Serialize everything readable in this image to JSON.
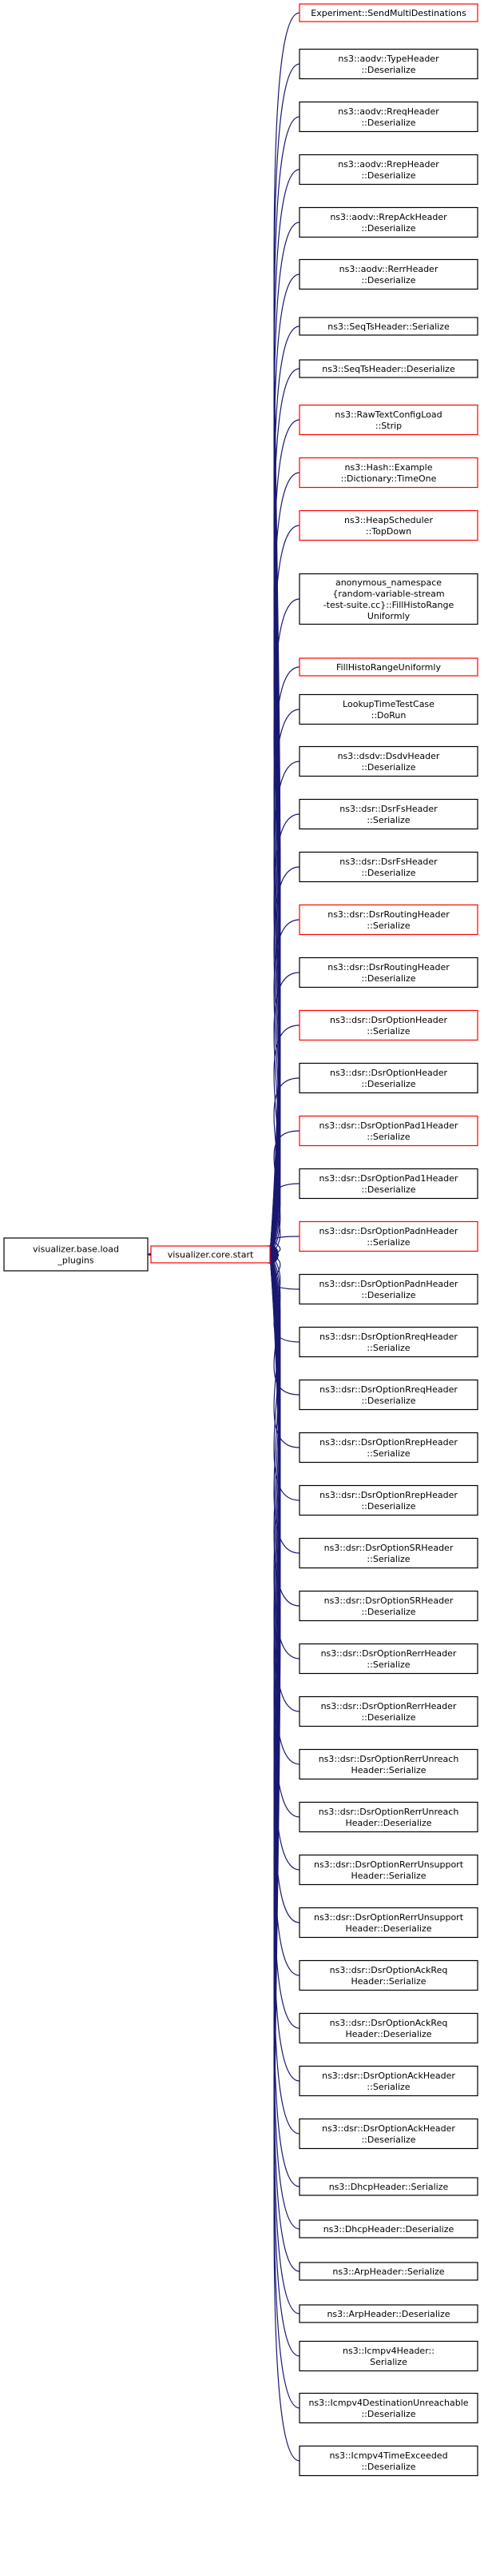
{
  "colors": {
    "edge": "#191970",
    "border_black": "#000000",
    "border_red": "#ff0000",
    "root_fill": "#bfbfbf"
  },
  "root": {
    "lines": [
      "visualizer.base.load",
      "_plugins"
    ]
  },
  "hub": {
    "lines": [
      "visualizer.core.start"
    ]
  },
  "callers": [
    {
      "lines": [
        "Experiment::SendMultiDestinations"
      ],
      "border": "red"
    },
    {
      "lines": [
        "ns3::aodv::TypeHeader",
        "::Deserialize"
      ],
      "border": "black"
    },
    {
      "lines": [
        "ns3::aodv::RreqHeader",
        "::Deserialize"
      ],
      "border": "black"
    },
    {
      "lines": [
        "ns3::aodv::RrepHeader",
        "::Deserialize"
      ],
      "border": "black"
    },
    {
      "lines": [
        "ns3::aodv::RrepAckHeader",
        "::Deserialize"
      ],
      "border": "black"
    },
    {
      "lines": [
        "ns3::aodv::RerrHeader",
        "::Deserialize"
      ],
      "border": "black"
    },
    {
      "lines": [
        "ns3::SeqTsHeader::Serialize"
      ],
      "border": "black"
    },
    {
      "lines": [
        "ns3::SeqTsHeader::Deserialize"
      ],
      "border": "black"
    },
    {
      "lines": [
        "ns3::RawTextConfigLoad",
        "::Strip"
      ],
      "border": "red"
    },
    {
      "lines": [
        "ns3::Hash::Example",
        "::Dictionary::TimeOne"
      ],
      "border": "red"
    },
    {
      "lines": [
        "ns3::HeapScheduler",
        "::TopDown"
      ],
      "border": "red"
    },
    {
      "lines": [
        "anonymous_namespace",
        "{random-variable-stream",
        "-test-suite.cc}::FillHistoRange",
        "Uniformly"
      ],
      "border": "black"
    },
    {
      "lines": [
        "FillHistoRangeUniformly"
      ],
      "border": "red"
    },
    {
      "lines": [
        "LookupTimeTestCase",
        "::DoRun"
      ],
      "border": "black"
    },
    {
      "lines": [
        "ns3::dsdv::DsdvHeader",
        "::Deserialize"
      ],
      "border": "black"
    },
    {
      "lines": [
        "ns3::dsr::DsrFsHeader",
        "::Serialize"
      ],
      "border": "black"
    },
    {
      "lines": [
        "ns3::dsr::DsrFsHeader",
        "::Deserialize"
      ],
      "border": "black"
    },
    {
      "lines": [
        "ns3::dsr::DsrRoutingHeader",
        "::Serialize"
      ],
      "border": "red"
    },
    {
      "lines": [
        "ns3::dsr::DsrRoutingHeader",
        "::Deserialize"
      ],
      "border": "black"
    },
    {
      "lines": [
        "ns3::dsr::DsrOptionHeader",
        "::Serialize"
      ],
      "border": "red"
    },
    {
      "lines": [
        "ns3::dsr::DsrOptionHeader",
        "::Deserialize"
      ],
      "border": "black"
    },
    {
      "lines": [
        "ns3::dsr::DsrOptionPad1Header",
        "::Serialize"
      ],
      "border": "red"
    },
    {
      "lines": [
        "ns3::dsr::DsrOptionPad1Header",
        "::Deserialize"
      ],
      "border": "black"
    },
    {
      "lines": [
        "ns3::dsr::DsrOptionPadnHeader",
        "::Serialize"
      ],
      "border": "red"
    },
    {
      "lines": [
        "ns3::dsr::DsrOptionPadnHeader",
        "::Deserialize"
      ],
      "border": "black"
    },
    {
      "lines": [
        "ns3::dsr::DsrOptionRreqHeader",
        "::Serialize"
      ],
      "border": "black"
    },
    {
      "lines": [
        "ns3::dsr::DsrOptionRreqHeader",
        "::Deserialize"
      ],
      "border": "black"
    },
    {
      "lines": [
        "ns3::dsr::DsrOptionRrepHeader",
        "::Serialize"
      ],
      "border": "black"
    },
    {
      "lines": [
        "ns3::dsr::DsrOptionRrepHeader",
        "::Deserialize"
      ],
      "border": "black"
    },
    {
      "lines": [
        "ns3::dsr::DsrOptionSRHeader",
        "::Serialize"
      ],
      "border": "black"
    },
    {
      "lines": [
        "ns3::dsr::DsrOptionSRHeader",
        "::Deserialize"
      ],
      "border": "black"
    },
    {
      "lines": [
        "ns3::dsr::DsrOptionRerrHeader",
        "::Serialize"
      ],
      "border": "black"
    },
    {
      "lines": [
        "ns3::dsr::DsrOptionRerrHeader",
        "::Deserialize"
      ],
      "border": "black"
    },
    {
      "lines": [
        "ns3::dsr::DsrOptionRerrUnreach",
        "Header::Serialize"
      ],
      "border": "black"
    },
    {
      "lines": [
        "ns3::dsr::DsrOptionRerrUnreach",
        "Header::Deserialize"
      ],
      "border": "black"
    },
    {
      "lines": [
        "ns3::dsr::DsrOptionRerrUnsupport",
        "Header::Serialize"
      ],
      "border": "black"
    },
    {
      "lines": [
        "ns3::dsr::DsrOptionRerrUnsupport",
        "Header::Deserialize"
      ],
      "border": "black"
    },
    {
      "lines": [
        "ns3::dsr::DsrOptionAckReq",
        "Header::Serialize"
      ],
      "border": "black"
    },
    {
      "lines": [
        "ns3::dsr::DsrOptionAckReq",
        "Header::Deserialize"
      ],
      "border": "black"
    },
    {
      "lines": [
        "ns3::dsr::DsrOptionAckHeader",
        "::Serialize"
      ],
      "border": "black"
    },
    {
      "lines": [
        "ns3::dsr::DsrOptionAckHeader",
        "::Deserialize"
      ],
      "border": "black"
    },
    {
      "lines": [
        "ns3::DhcpHeader::Serialize"
      ],
      "border": "black"
    },
    {
      "lines": [
        "ns3::DhcpHeader::Deserialize"
      ],
      "border": "black"
    },
    {
      "lines": [
        "ns3::ArpHeader::Serialize"
      ],
      "border": "black"
    },
    {
      "lines": [
        "ns3::ArpHeader::Deserialize"
      ],
      "border": "black"
    },
    {
      "lines": [
        "ns3::Icmpv4Header::",
        "Serialize"
      ],
      "border": "black"
    },
    {
      "lines": [
        "ns3::Icmpv4DestinationUnreachable",
        "::Deserialize"
      ],
      "border": "black"
    },
    {
      "lines": [
        "ns3::Icmpv4TimeExceeded",
        "::Deserialize"
      ],
      "border": "black"
    }
  ]
}
